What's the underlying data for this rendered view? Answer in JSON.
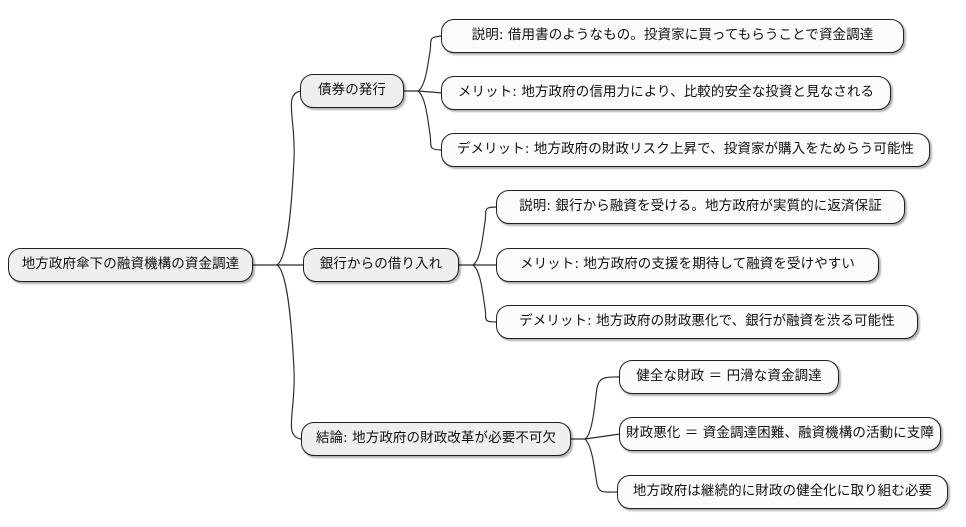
{
  "diagram": {
    "type": "mindmap",
    "orientation": "left-to-right",
    "background_color": "#ffffff",
    "edge_color": "#2b2b2b",
    "node_border_color": "#1f1f1f",
    "root_fill": "#efefef",
    "branch_fill": "#efefef",
    "leaf_fill": "#fbfbfb",
    "root": {
      "label": "地方政府傘下の融資機構の資金調達"
    },
    "branches": [
      {
        "label": "債券の発行",
        "children": [
          {
            "label": "説明: 借用書のようなもの。投資家に買ってもらうことで資金調達"
          },
          {
            "label": "メリット: 地方政府の信用力により、比較的安全な投資と見なされる"
          },
          {
            "label": "デメリット: 地方政府の財政リスク上昇で、投資家が購入をためらう可能性"
          }
        ]
      },
      {
        "label": "銀行からの借り入れ",
        "children": [
          {
            "label": "説明: 銀行から融資を受ける。地方政府が実質的に返済保証"
          },
          {
            "label": "メリット: 地方政府の支援を期待して融資を受けやすい"
          },
          {
            "label": "デメリット: 地方政府の財政悪化で、銀行が融資を渋る可能性"
          }
        ]
      },
      {
        "label": "結論: 地方政府の財政改革が必要不可欠",
        "children": [
          {
            "label": "健全な財政 ＝ 円滑な資金調達"
          },
          {
            "label": "財政悪化 ＝ 資金調達困難、融資機構の活動に支障"
          },
          {
            "label": "地方政府は継続的に財政の健全化に取り組む必要"
          }
        ]
      }
    ]
  }
}
